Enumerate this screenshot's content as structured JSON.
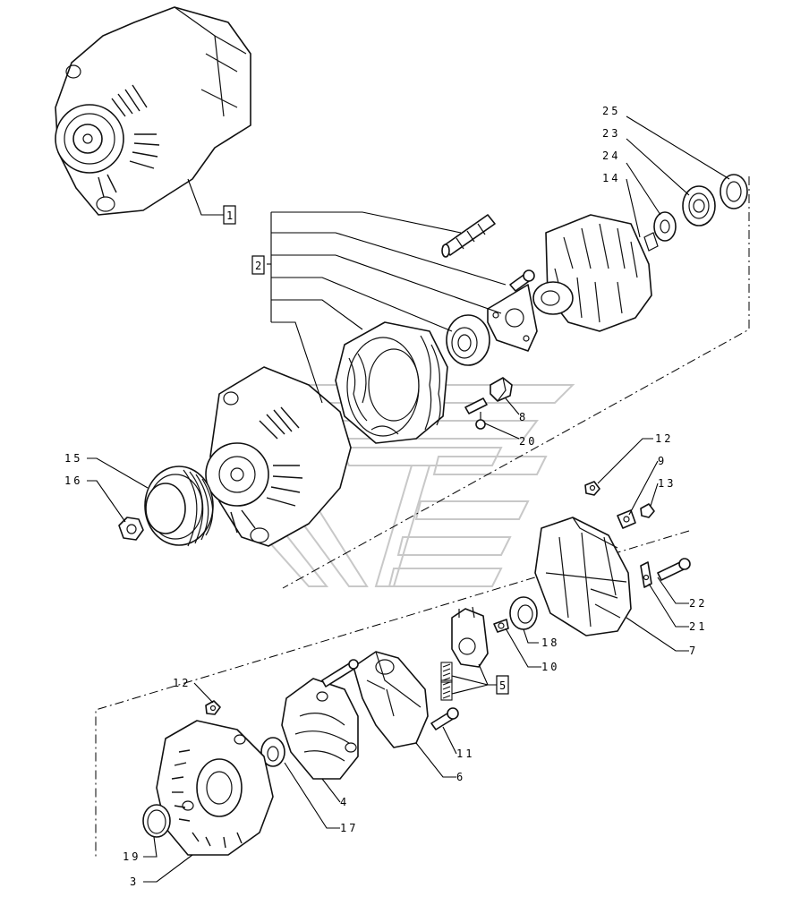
{
  "callouts": {
    "c1": "1",
    "c2": "2",
    "c3": "3",
    "c4": "4",
    "c5": "5",
    "c6": "6",
    "c7": "7",
    "c8": "8",
    "c9": "9",
    "c10": "10",
    "c11": "11",
    "c12a": "12",
    "c12b": "12",
    "c13": "13",
    "c14": "14",
    "c15": "15",
    "c16": "16",
    "c17": "17",
    "c18": "18",
    "c19": "19",
    "c20": "20",
    "c21": "21",
    "c22": "22",
    "c23": "23",
    "c24": "24",
    "c25": "25"
  }
}
